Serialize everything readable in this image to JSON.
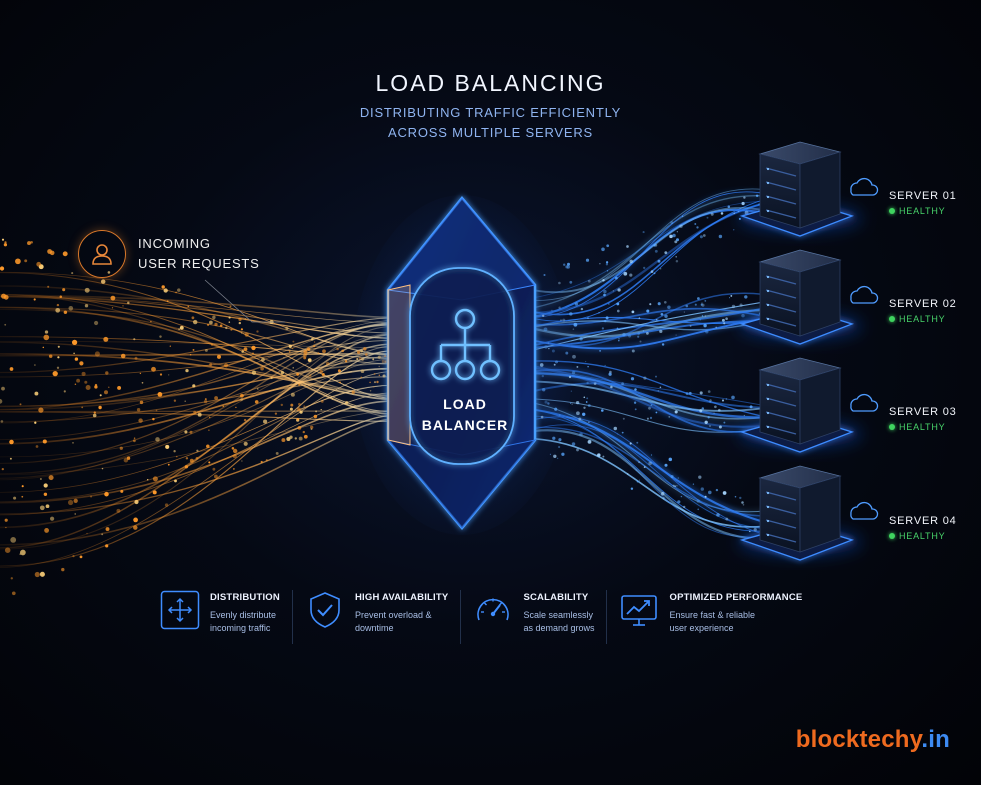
{
  "title": "LOAD BALANCING",
  "subtitle": [
    "DISTRIBUTING TRAFFIC EFFICIENTLY",
    "ACROSS MULTIPLE SERVERS"
  ],
  "incoming": {
    "line1": "INCOMING",
    "line2": "USER REQUESTS",
    "icon": "user-icon"
  },
  "balancer": {
    "line1": "LOAD",
    "line2": "BALANCER",
    "icon": "hierarchy-network-icon"
  },
  "servers": [
    {
      "name": "SERVER 01",
      "status": "HEALTHY"
    },
    {
      "name": "SERVER 02",
      "status": "HEALTHY"
    },
    {
      "name": "SERVER 03",
      "status": "HEALTHY"
    },
    {
      "name": "SERVER 04",
      "status": "HEALTHY"
    }
  ],
  "features": [
    {
      "title": "DISTRIBUTION",
      "desc1": "Evenly distribute",
      "desc2": "incoming traffic",
      "icon": "distribution-arrows-icon"
    },
    {
      "title": "HIGH AVAILABILITY",
      "desc1": "Prevent overload &",
      "desc2": "downtime",
      "icon": "shield-check-icon"
    },
    {
      "title": "SCALABILITY",
      "desc1": "Scale seamlessly",
      "desc2": "as demand grows",
      "icon": "speedometer-icon"
    },
    {
      "title": "OPTIMIZED PERFORMANCE",
      "desc1": "Ensure fast & reliable",
      "desc2": "user experience",
      "icon": "monitor-chart-icon"
    }
  ],
  "brand": {
    "part1": "blocktechy",
    "part2": ".in"
  },
  "colors": {
    "incoming": "#ff9a2a",
    "outgoing": "#2f7df5",
    "healthy": "#3fd35f",
    "brand_orange": "#ee6a1f",
    "brand_blue": "#3d8bf2"
  }
}
